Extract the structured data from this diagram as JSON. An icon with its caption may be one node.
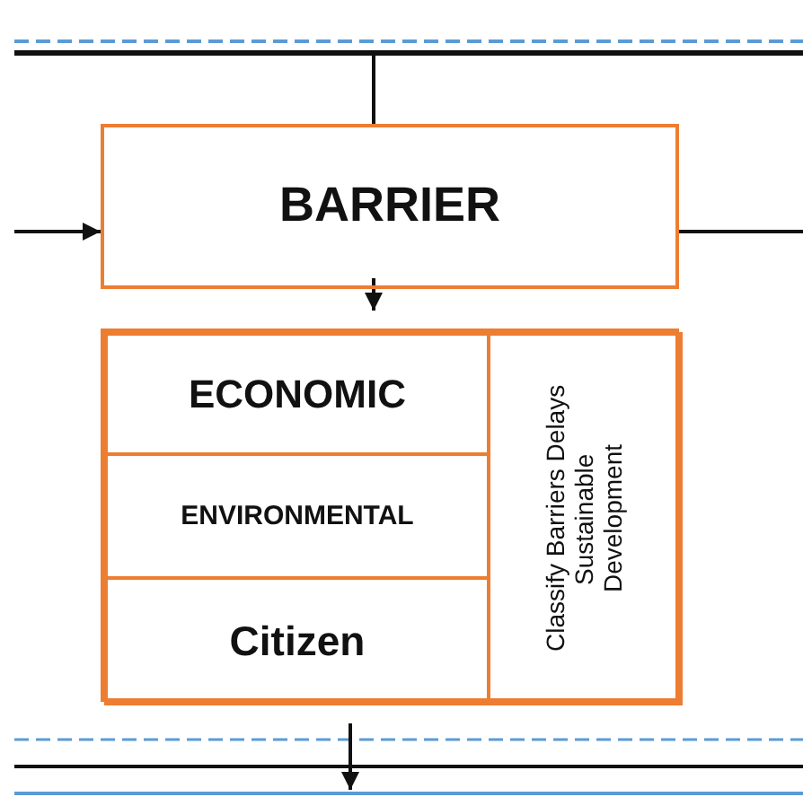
{
  "diagram": {
    "nodes": [
      {
        "text": [],
        "shape": "bar"
      },
      {
        "text": [
          "BARRIER"
        ]
      },
      {
        "text": [],
        "shape": "box"
      },
      {
        "text": [
          "ECONOMIC"
        ],
        "in": 2
      },
      {
        "text": [
          "ENVIRONMENTAL"
        ],
        "in": 2
      },
      {
        "text": [
          "Citizen"
        ],
        "in": 2
      },
      {
        "text": [
          "Classify Barriers Delays Sustainable Development"
        ],
        "in": 2
      },
      {
        "text": [],
        "shape": "bar"
      }
    ],
    "edges": [
      {
        "from": 0,
        "to": 1,
        "arrow": "none"
      },
      {
        "from": null,
        "to": 1,
        "arrow": "to"
      },
      {
        "from": 1,
        "to": null,
        "arrow": "none"
      },
      {
        "from": 1,
        "to": 2,
        "arrow": "to"
      },
      {
        "from": 2,
        "to": 7,
        "arrow": "to"
      }
    ]
  }
}
